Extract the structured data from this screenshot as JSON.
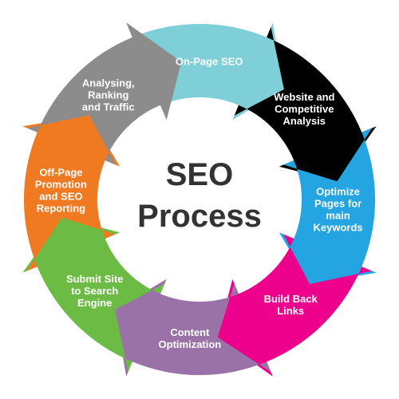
{
  "center": {
    "line1": "SEO",
    "line2": "Process",
    "color": "#333333"
  },
  "steps": [
    {
      "id": "onpage-seo",
      "lines": [
        "On-Page SEO"
      ],
      "color": "#7fcfd8",
      "text_color": "#ffffff"
    },
    {
      "id": "website-analysis",
      "lines": [
        "Website and",
        "Competitive",
        "Analysis"
      ],
      "color": "#000000",
      "text_color": "#ffffff"
    },
    {
      "id": "optimize-pages",
      "lines": [
        "Optimize",
        "Pages for",
        "main",
        "Keywords"
      ],
      "color": "#24a4e0",
      "text_color": "#ffffff"
    },
    {
      "id": "build-back-links",
      "lines": [
        "Build Back",
        "Links"
      ],
      "color": "#ec008c",
      "text_color": "#ffffff"
    },
    {
      "id": "content-optimization",
      "lines": [
        "Content",
        "Optimization"
      ],
      "color": "#9b72a8",
      "text_color": "#ffffff"
    },
    {
      "id": "submit-site",
      "lines": [
        "Submit Site",
        "to Search",
        "Engine"
      ],
      "color": "#6cbb45",
      "text_color": "#ffffff"
    },
    {
      "id": "offpage-promotion",
      "lines": [
        "Off-Page",
        "Promotion",
        "and SEO",
        "Reporting"
      ],
      "color": "#f07a22",
      "text_color": "#ffffff"
    },
    {
      "id": "analysing-ranking",
      "lines": [
        "Analysing,",
        "Ranking",
        "and Traffic"
      ],
      "color": "#8c8c8c",
      "text_color": "#ffffff"
    }
  ]
}
